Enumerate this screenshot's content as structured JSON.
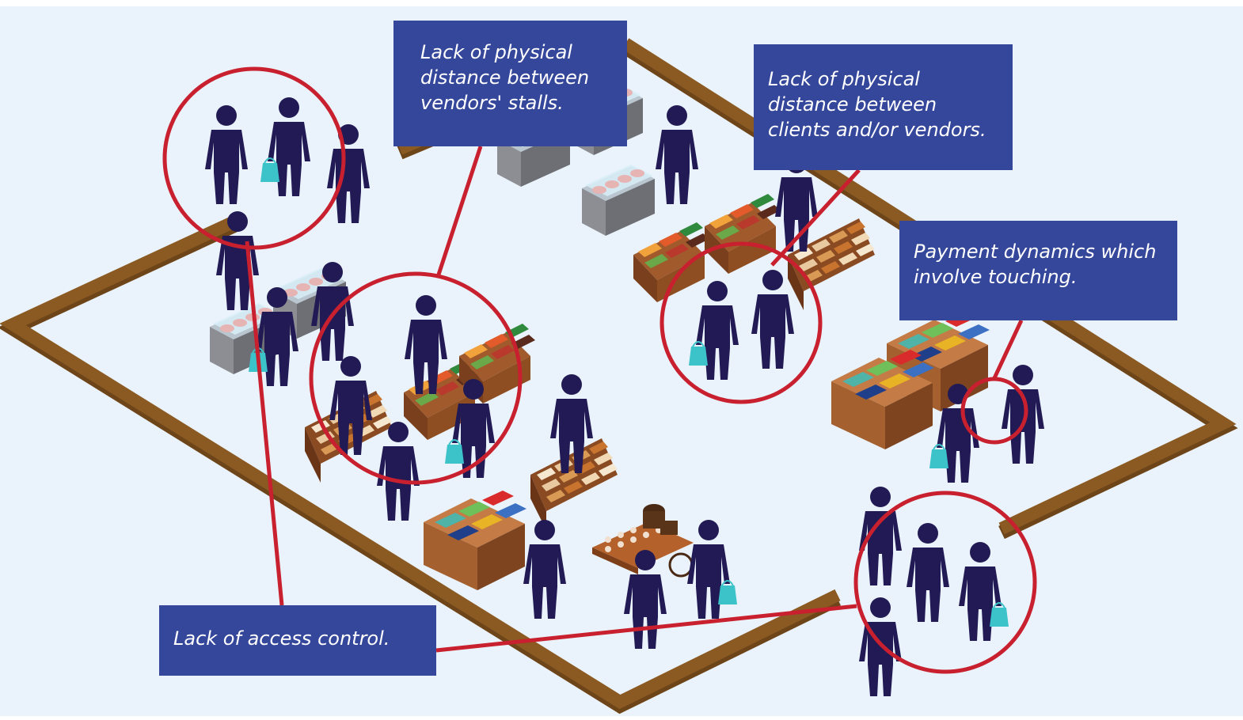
{
  "colors": {
    "floor": "#eaf3fb",
    "fence": "#8b5a23",
    "fence_top": "#a06a2c",
    "person": "#221a55",
    "bag": "#3cc2c9",
    "highlight": "#c8202e",
    "callout_bg": "#35479a",
    "callout_text": "#ffffff"
  },
  "callouts": [
    {
      "id": "distance-stalls",
      "lines": [
        "Lack of physical",
        "distance between",
        "vendors' stalls."
      ]
    },
    {
      "id": "distance-clients",
      "lines": [
        "Lack of physical",
        "distance between",
        "clients and/or vendors."
      ]
    },
    {
      "id": "payment",
      "lines": [
        "Payment dynamics which",
        "involve touching."
      ]
    },
    {
      "id": "access",
      "lines": [
        "Lack of access control."
      ]
    }
  ],
  "icons": {
    "person": "person-icon",
    "bag": "shopping-bag-icon",
    "fridge": "refrigerated-display-case-icon",
    "produce_stall": "produce-stall-icon",
    "shelf_stall": "shelf-stall-icon",
    "table_stall": "merchandise-table-icon",
    "cart": "vendor-cart-icon"
  }
}
